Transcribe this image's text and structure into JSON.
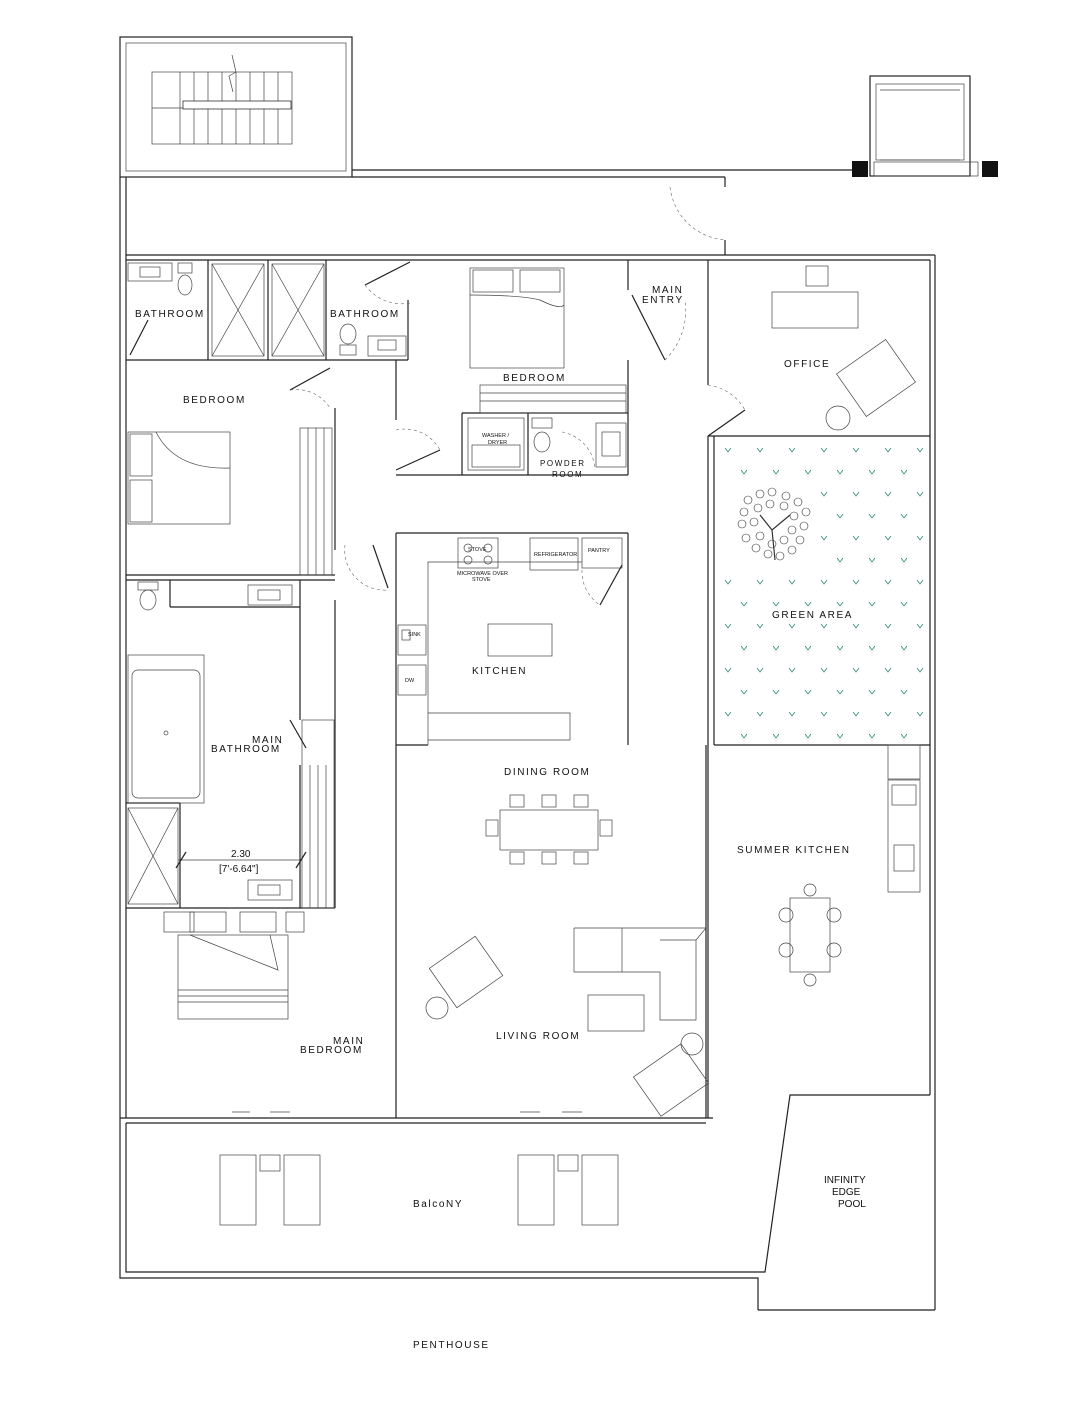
{
  "plan": {
    "title": "PENTHOUSE",
    "rooms": {
      "bathroom_left": "BATHROOM",
      "bathroom_center": "BATHROOM",
      "bedroom_center": "BEDROOM",
      "main_entry_1": "MAIN",
      "main_entry_2": "ENTRY",
      "office": "OFFICE",
      "bedroom_left": "BEDROOM",
      "washer": "WASHER /",
      "dryer": "DRYER",
      "powder_1": "POWDER",
      "powder_2": "ROOM",
      "stove": "STOVE",
      "microwave_1": "MICROWAVE OVER",
      "microwave_2": "STOVE",
      "refrigerator": "REFRIGERATOR",
      "pantry": "PANTRY",
      "sink": "SINK",
      "dw": "DW",
      "kitchen": "KITCHEN",
      "green_area": "GREEN AREA",
      "main_bathroom_1": "MAIN",
      "main_bathroom_2": "BATHROOM",
      "dining_room": "DINING ROOM",
      "summer_kitchen": "SUMMER KITCHEN",
      "living_room": "LIVING ROOM",
      "main_bedroom_1": "MAIN",
      "main_bedroom_2": "BEDROOM",
      "balcony": "BalcoNY",
      "pool_1": "INFINITY",
      "pool_2": "EDGE",
      "pool_3": "POOL"
    },
    "dimension": {
      "metric": "2.30",
      "imperial": "[7'-6.64\"]"
    },
    "colors": {
      "wall": "#222222",
      "grass": "#2a8a7a"
    }
  }
}
